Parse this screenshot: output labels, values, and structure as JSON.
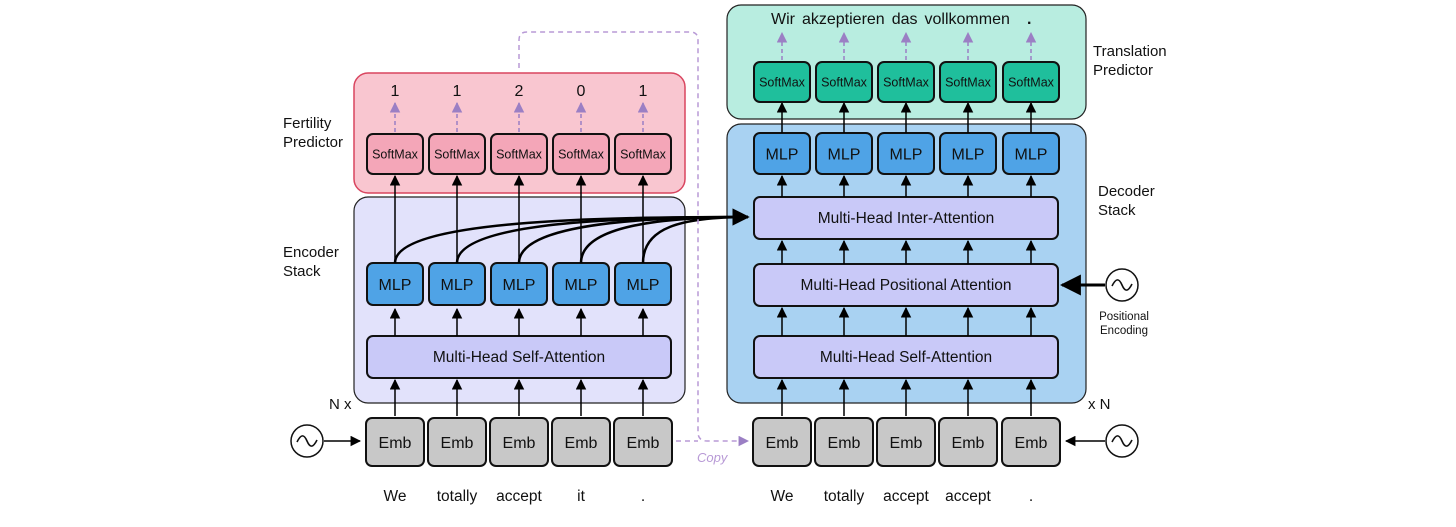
{
  "fertility": {
    "label_line1": "Fertility",
    "label_line2": "Predictor",
    "values": [
      "1",
      "1",
      "2",
      "0",
      "1"
    ],
    "softmax_label": "SoftMax"
  },
  "translation": {
    "label_line1": "Translation",
    "label_line2": "Predictor",
    "output_words": [
      "Wir",
      "akzeptieren",
      "das",
      "vollkommen",
      "."
    ],
    "softmax_label": "SoftMax"
  },
  "encoder": {
    "label_line1": "Encoder",
    "label_line2": "Stack",
    "repeat": "N x",
    "mlp_label": "MLP",
    "attention_label": "Multi-Head Self-Attention",
    "emb_label": "Emb",
    "input_words": [
      "We",
      "totally",
      "accept",
      "it",
      "."
    ]
  },
  "decoder": {
    "label_line1": "Decoder",
    "label_line2": "Stack",
    "repeat": "x N",
    "mlp_label": "MLP",
    "inter_attention_label": "Multi-Head Inter-Attention",
    "positional_attention_label": "Multi-Head Positional Attention",
    "self_attention_label": "Multi-Head Self-Attention",
    "emb_label": "Emb",
    "input_words": [
      "We",
      "totally",
      "accept",
      "accept",
      "."
    ]
  },
  "positional_encoding": {
    "symbol": "~",
    "label_line1": "Positional",
    "label_line2": "Encoding"
  },
  "copy_label": "Copy",
  "colors": {
    "fertility_panel": "#f9c6d0",
    "fertility_border": "#d9455f",
    "fertility_softmax": "#f4a6b8",
    "translation_panel": "#b8ede0",
    "translation_softmax": "#1fbf9c",
    "encoder_panel": "#e2e2fb",
    "decoder_panel": "#a9d2f2",
    "mlp": "#4fa3e6",
    "attention": "#c9c9f8",
    "emb": "#c8c8c8",
    "arrow_up_dashed": "#9b7fc4",
    "copy": "#b89ad6"
  }
}
